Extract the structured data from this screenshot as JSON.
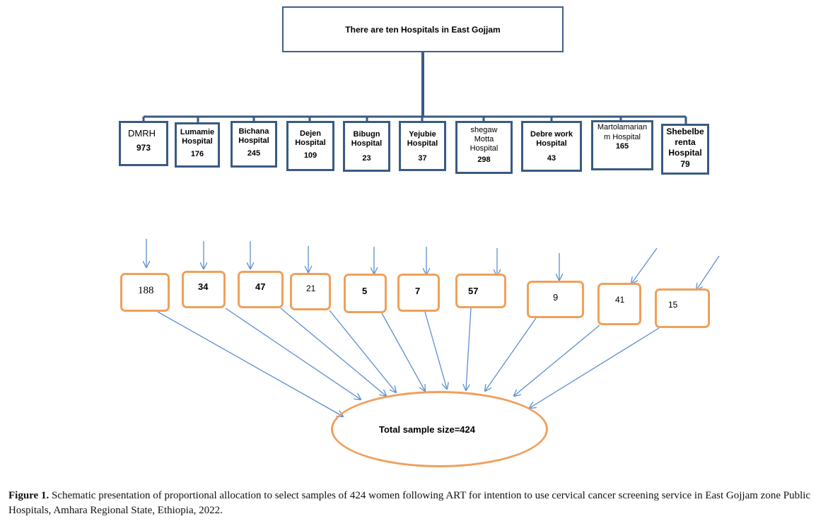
{
  "top": {
    "title": "There are ten Hospitals in East Gojjam"
  },
  "hospitals": [
    {
      "name": "DMRH",
      "count": "973"
    },
    {
      "name": "Lumamie Hospital",
      "count": "176"
    },
    {
      "name": "Bichana Hospital",
      "count": "245"
    },
    {
      "name": "Dejen Hospital",
      "count": "109"
    },
    {
      "name": "Bibugn Hospital",
      "count": "23"
    },
    {
      "name": "Yejubie Hospital",
      "count": "37"
    },
    {
      "name": "shegaw Motta Hospital",
      "count": "298"
    },
    {
      "name": "Debre work Hospital",
      "count": "43"
    },
    {
      "name": "Martolamarian m Hospital",
      "count": "165"
    },
    {
      "name": "Shebelbe renta Hospital",
      "count": "79"
    }
  ],
  "samples": [
    "188",
    "34",
    "47",
    "21",
    "5",
    "7",
    "57",
    "9",
    "41",
    "15"
  ],
  "total": {
    "label": "Total sample size=424"
  },
  "caption": {
    "label": "Figure 1.",
    "text": "Schematic presentation of proportional allocation to select samples of 424 women following ART for intention to use cervical cancer screening service in East Gojjam zone Public Hospitals, Amhara Regional State, Ethiopia, 2022."
  },
  "colors": {
    "structure": "#3a5a82",
    "sample_border": "#f0a05a",
    "arrow": "#5b8fd0"
  }
}
